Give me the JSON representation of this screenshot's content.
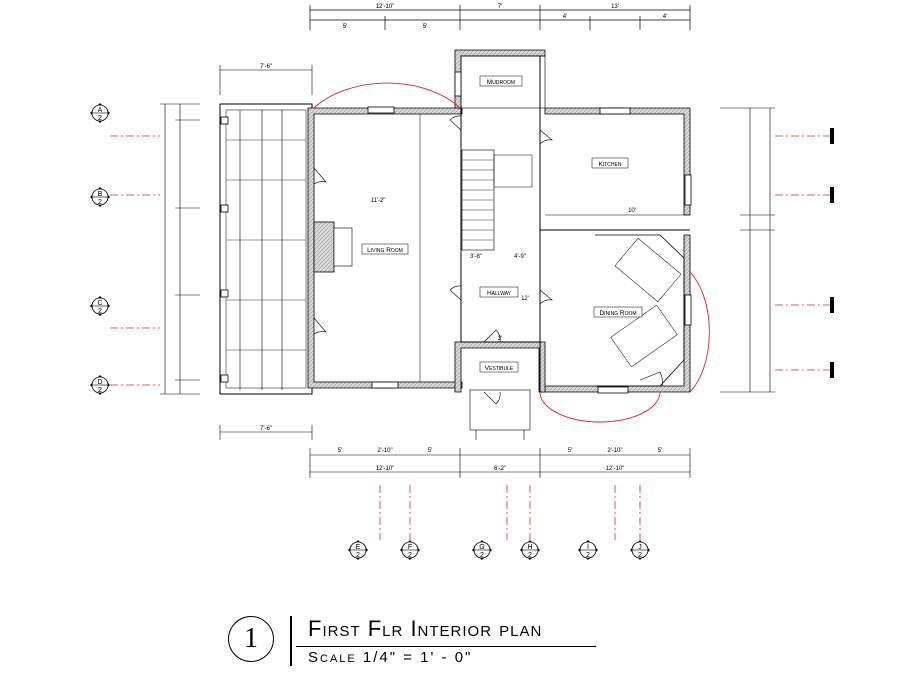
{
  "drawing": {
    "number": "1",
    "title": "First Flr Interior plan",
    "scale": "Scale 1/4\" = 1' - 0\""
  },
  "rooms": {
    "mudroom": "Mudroom",
    "kitchen": "Kitchen",
    "living_room": "Living Room",
    "hallway": "Hallway",
    "dining_room": "Dining Room",
    "vestibule": "Vestibule"
  },
  "section_markers": {
    "left": [
      {
        "letter": "A",
        "sheet": "2"
      },
      {
        "letter": "B",
        "sheet": "2"
      },
      {
        "letter": "C",
        "sheet": "2"
      },
      {
        "letter": "D",
        "sheet": "2"
      }
    ],
    "bottom": [
      {
        "letter": "E",
        "sheet": "2"
      },
      {
        "letter": "F",
        "sheet": "2"
      },
      {
        "letter": "G",
        "sheet": "2"
      },
      {
        "letter": "H",
        "sheet": "2"
      },
      {
        "letter": "I",
        "sheet": "2"
      },
      {
        "letter": "J",
        "sheet": "2"
      }
    ]
  },
  "dimensions": {
    "top_overall": [
      "12'-10\"",
      "7'",
      "13'"
    ],
    "top_sub": [
      "5'",
      "5'",
      "4'",
      "4'"
    ],
    "bottom_overall": [
      "12'-10\"",
      "6'-2\"",
      "12'-10\""
    ],
    "bottom_sub": [
      "5'",
      "2'-10\"",
      "5'",
      "5'",
      "2'-10\"",
      "5'"
    ],
    "left_porch": [
      "7'-6\"",
      "7'-6\""
    ],
    "misc": [
      "11'-2\"",
      "10'",
      "3'",
      "4'-9\"",
      "3'-8\"",
      "12'"
    ]
  },
  "colors": {
    "line": "#000000",
    "section_line": "#d9262b",
    "wall_hatch": "#b8b8b8"
  }
}
